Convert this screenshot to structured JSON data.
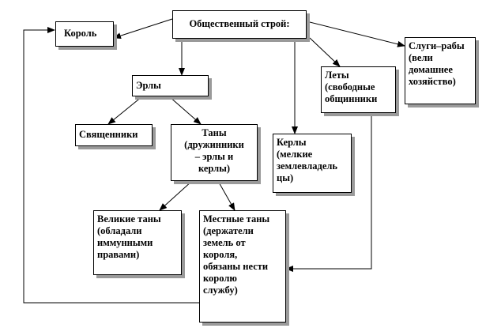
{
  "nodes": {
    "society": "Общественный строй:",
    "king": "Король",
    "erls": "Эрлы",
    "priests": "Священники",
    "tans": "Таны\n(дружинники\n– эрлы и\nкерлы)",
    "great_tans": "Великие таны\n(обладали\nиммунными\nправами)",
    "local_tans": "Местные таны\n(держатели\nземель от\nкороля,\nобязаны нести\nкоролю\nслужбу)",
    "kerls": "Керлы\n(мелкие\nземлевладель\nцы)",
    "lets": "Леты\n(свободные\nобщинники",
    "servants": "Слуги–рабы\n(вели\nдомашнее\nхозяйство)"
  }
}
